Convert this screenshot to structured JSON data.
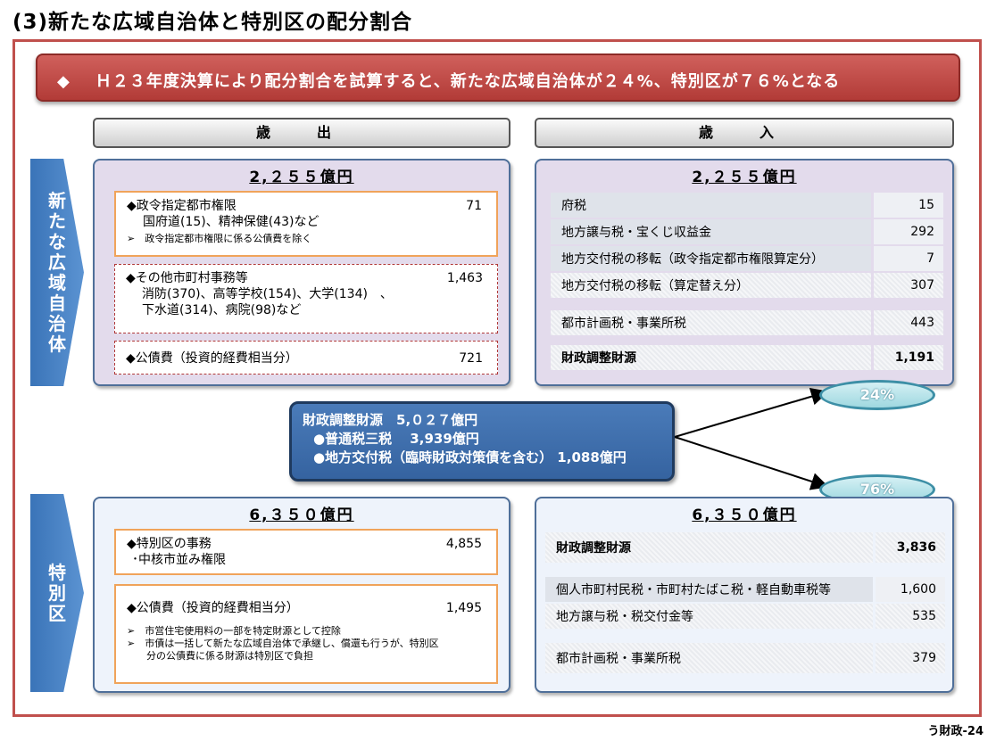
{
  "title": "(3)新たな広域自治体と特別区の配分割合",
  "banner": {
    "bullet": "◆",
    "text": "Ｈ２３年度決算により配分割合を試算すると、新たな広域自治体が２４%、特別区が７６%となる"
  },
  "headers": {
    "expenditure": "歳　出",
    "revenue": "歳　入"
  },
  "side_labels": {
    "new_pref": [
      "新",
      "た",
      "な",
      "広",
      "域",
      "自",
      "治",
      "体"
    ],
    "special_ward": [
      "特",
      "別",
      "区"
    ]
  },
  "new_pref": {
    "exp_total": "2,２５５億円",
    "exp_items": [
      {
        "label": "◆政令指定都市権限",
        "sub": "国府道(15)、精神保健(43)など",
        "note": "➢　政令指定都市権限に係る公債費を除く",
        "value": "71"
      },
      {
        "label": "◆その他市町村事務等",
        "sub": "消防(370)、高等学校(154)、大学(134)　、",
        "sub2": "下水道(314)、病院(98)など",
        "value": "1,463"
      },
      {
        "label": "◆公債費（投資的経費相当分）",
        "value": "721"
      }
    ],
    "rev_total": "2,２５５億円",
    "rev_rows": [
      {
        "label": "府税",
        "value": "15"
      },
      {
        "label": "地方譲与税・宝くじ収益金",
        "value": "292"
      },
      {
        "label": "地方交付税の移転（政令指定都市権限算定分）",
        "value": "7"
      },
      {
        "label": "地方交付税の移転（算定替え分）",
        "value": "307"
      },
      {
        "label": "都市計画税・事業所税",
        "value": "443"
      },
      {
        "label": "財政調整財源",
        "value": "1,191"
      }
    ]
  },
  "center": {
    "line1": "財政調整財源　5,０２７億円",
    "line2": "●普通税三税　 3,939億円",
    "line3": "●地方交付税（臨時財政対策債を含む） 1,088億円"
  },
  "share_new": "24%",
  "share_ward": "76%",
  "special_ward": {
    "exp_total": "6,３５０億円",
    "exp_items": [
      {
        "label": "◆特別区の事務",
        "sub": "･中核市並み権限",
        "value": "4,855"
      },
      {
        "label": "◆公債費（投資的経費相当分）",
        "value": "1,495",
        "note1": "➢　市営住宅使用料の一部を特定財源として控除",
        "note2": "➢　市債は一括して新たな広域自治体で承継し、償還も行うが、特別区",
        "note3": "　　分の公債費に係る財源は特別区で負担"
      }
    ],
    "rev_total": "6,３５０億円",
    "rev_rows": [
      {
        "label": "財政調整財源",
        "value": "3,836"
      },
      {
        "label": "個人市町村民税・市町村たばこ税・軽自動車税等",
        "value": "1,600"
      },
      {
        "label": "地方譲与税・税交付金等",
        "value": "535"
      },
      {
        "label": "都市計画税・事業所税",
        "value": "379"
      }
    ]
  },
  "page_num": "う財政-24"
}
